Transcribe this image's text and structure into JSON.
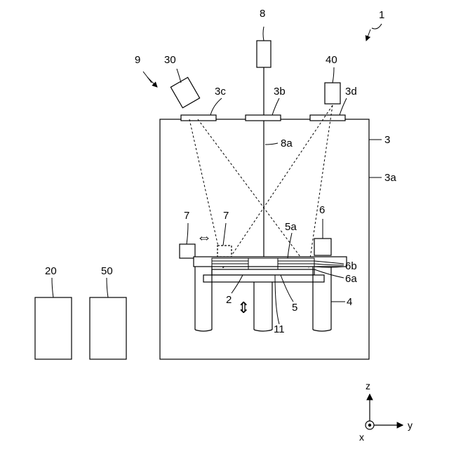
{
  "labels": {
    "apparatus": "1",
    "chamber": "3",
    "chamber_wall": "3a",
    "window_b": "3b",
    "window_c": "3c",
    "window_d": "3d",
    "top_unit": "8",
    "beam": "8a",
    "optics": "9",
    "camera_30": "30",
    "camera_40": "40",
    "recoater_left": "7",
    "recoater_right": "7",
    "heater": "6",
    "powder_top": "6b",
    "powder_bottom": "6a",
    "build_plate_top": "5a",
    "build_plate": "5",
    "base_plate": "2",
    "stage_label": "11",
    "legs": "4",
    "controller_20": "20",
    "controller_50": "50"
  },
  "axes": {
    "z": "z",
    "y": "y",
    "x": "x"
  },
  "arrows": {
    "horizontal": "⇔",
    "vertical": "⇕"
  }
}
